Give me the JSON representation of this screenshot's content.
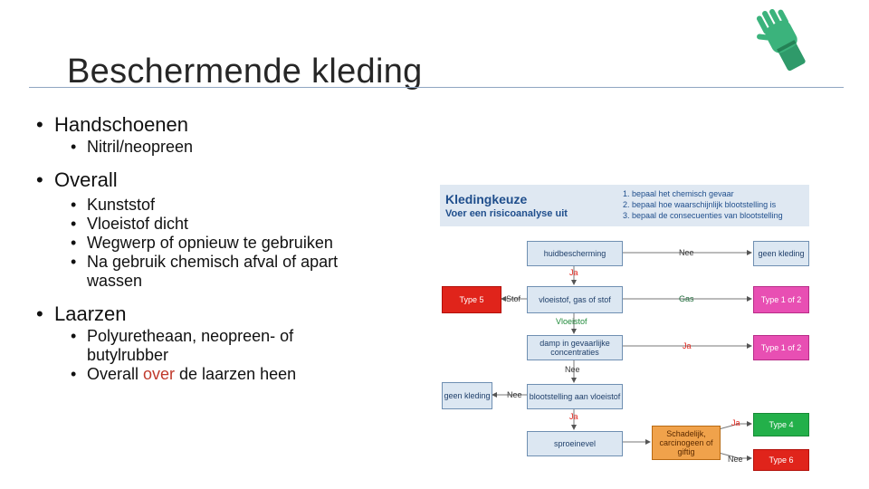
{
  "slide": {
    "title": "Beschermende kleding",
    "glove_icon": "green-glove-icon"
  },
  "bullets": [
    {
      "label": "Handschoenen",
      "subs": [
        "Nitril/neopreen"
      ]
    },
    {
      "label": "Overall",
      "subs": [
        "Kunststof",
        "Vloeistof dicht",
        "Wegwerp of opnieuw te gebruiken",
        "Na gebruik chemisch afval of apart wassen"
      ]
    },
    {
      "label": "Laarzen",
      "subs": [
        "Polyuretheaan, neopreen- of butylrubber",
        "Overall over de laarzen heen"
      ]
    }
  ],
  "laarzen_sub2_parts": {
    "a": "Overall ",
    "b": "over",
    "c": " de laarzen heen"
  },
  "flowchart": {
    "title": "Kledingkeuze",
    "subtitle": "Voer een risicoanalyse uit",
    "steps": [
      "1. bepaal het chemisch gevaar",
      "2. bepaal hoe waarschijnlijk blootstelling is",
      "3. bepaal de consecuenties van blootstelling"
    ],
    "nodes": {
      "huid": "huidbescherming",
      "geen1": "geen kleding",
      "vloeistof": "vloeistof, gas of stof",
      "type5": "Type 5",
      "type1a": "Type 1 of 2",
      "damp": "damp in gevaarlijke concentraties",
      "type1b": "Type 1 of 2",
      "geen2": "geen kleding",
      "bloot": "blootstelling aan vloeistof",
      "sproei": "sproeinevel",
      "schad": "Schadelijk, carcinogeen of giftig",
      "type4": "Type 4",
      "type6": "Type 6"
    },
    "labels": {
      "nee1": "Nee",
      "ja1": "Ja",
      "stof": "Stof",
      "gas": "Gas",
      "vloeistof": "Vloeistof",
      "ja2": "Ja",
      "nee2": "Nee",
      "nee3": "Nee",
      "ja3": "Ja",
      "ja4": "Ja",
      "nee4": "Nee"
    }
  }
}
